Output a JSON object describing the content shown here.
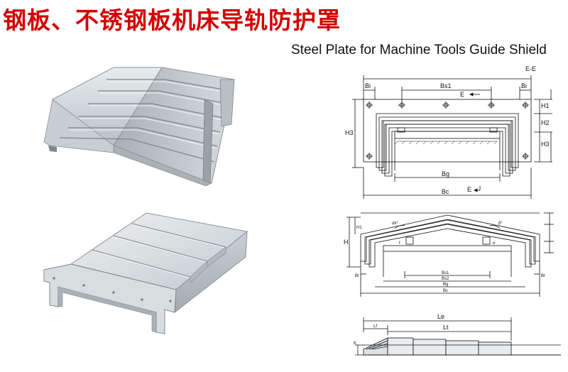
{
  "title_cn": "钢板、不锈钢板机床导轨防护罩",
  "title_en": "Steel Plate for Machine Tools Guide Shield",
  "colors": {
    "title_red": "#d40000",
    "steel_light": "#dfe3e6",
    "steel_dark": "#9aa2a8",
    "line": "#111111"
  },
  "diagram1": {
    "section": "E-E",
    "bi_left": "Bi",
    "bi_right": "Bi",
    "bs1": "Bs1",
    "e_top": "E",
    "h1": "H1",
    "h2": "H2",
    "h3_right": "H3",
    "h3_left": "H3",
    "bg": "Bg",
    "bc": "Bc",
    "e_bottom": "E"
  },
  "diagram2": {
    "h": "H",
    "h_sub": "H1",
    "br_left": "Br",
    "br_right": "Br",
    "bs1": "Bs1",
    "bs2": "Bs2",
    "bg": "Bg",
    "bc": "Bc",
    "angle_left": "αk°",
    "angle_right": "β°",
    "dim_f": "f",
    "dim_e": "e"
  },
  "diagram3": {
    "le": "Le",
    "lt": "Lt",
    "lf": "Lf",
    "k": "K"
  }
}
